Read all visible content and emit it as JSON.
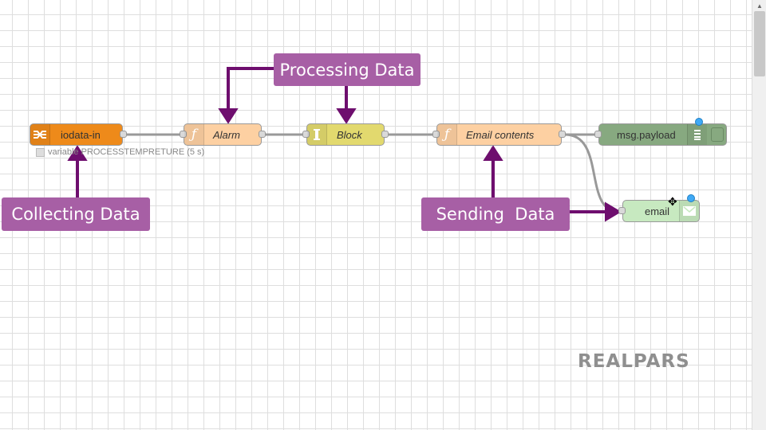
{
  "flow": {
    "nodes": {
      "iodata_in": {
        "label": "iodata-in",
        "status": "variable PROCESSTEMPRETURE (5 s)",
        "color": "#ee8a1a"
      },
      "alarm": {
        "label": "Alarm",
        "color": "#fdd0a2"
      },
      "block": {
        "label": "Block",
        "color": "#e2d96e"
      },
      "email_contents": {
        "label": "Email contents",
        "color": "#fdd0a2"
      },
      "debug": {
        "label": "msg.payload",
        "color": "#87a980"
      },
      "email": {
        "label": "email",
        "color": "#c7e9c0"
      }
    }
  },
  "callouts": {
    "processing": "Processing Data",
    "collecting": "Collecting Data",
    "sending": "Sending  Data",
    "color": "#a75fa5"
  },
  "brand": {
    "logo": "REALPARS"
  },
  "colors": {
    "arrow": "#6e0e6e",
    "wire": "#999999",
    "accent": "#3fa9f5"
  }
}
